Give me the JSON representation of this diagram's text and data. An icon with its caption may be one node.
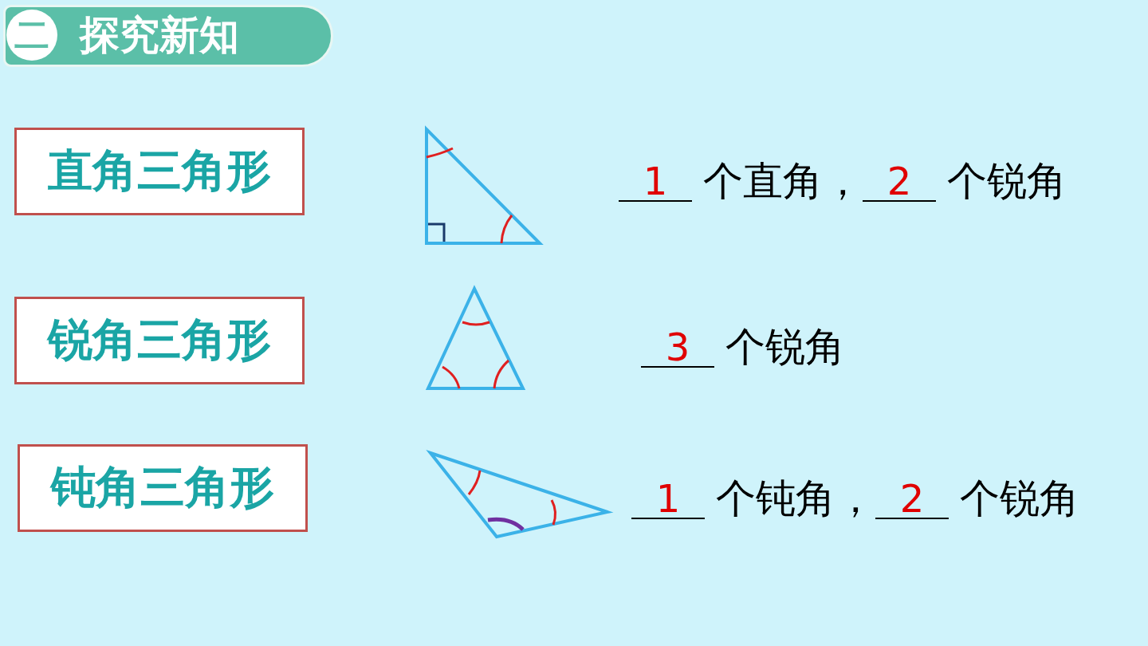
{
  "diagram": {
    "title": "探究新知",
    "nodes": [
      {
        "text": [
          "直角三角形"
        ]
      },
      {
        "text": [
          "锐角三角形"
        ]
      },
      {
        "text": [
          "钝角三角形"
        ]
      }
    ],
    "labels": [
      "二",
      "1",
      "个直角，",
      "2",
      "个锐角",
      "3",
      "个锐角",
      "1",
      "个钝角，",
      "2",
      "个锐角"
    ]
  }
}
